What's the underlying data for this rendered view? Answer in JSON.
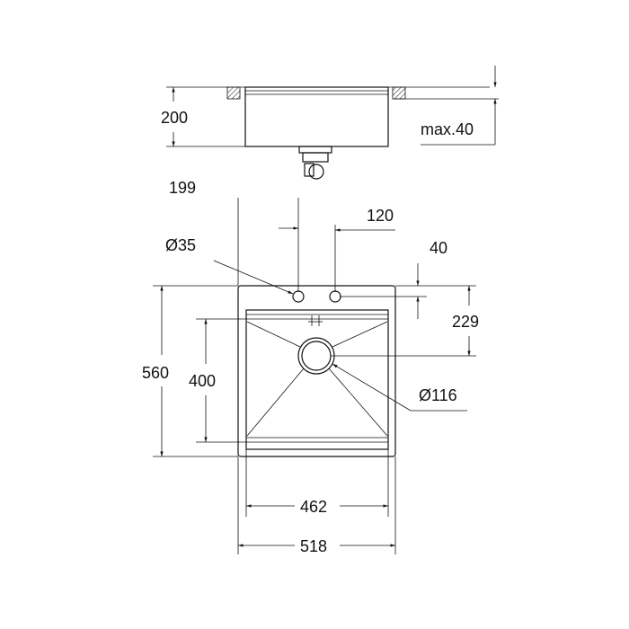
{
  "dimensions": {
    "depth": "200",
    "max_counter": "max.40",
    "hole1_offset": "199",
    "hole_spacing": "120",
    "hole_diameter": "Ø35",
    "hole_inset": "40",
    "drain_offset": "229",
    "overall_depth": "560",
    "bowl_depth": "400",
    "drain_diameter": "Ø116",
    "bowl_width": "462",
    "overall_width": "518"
  }
}
